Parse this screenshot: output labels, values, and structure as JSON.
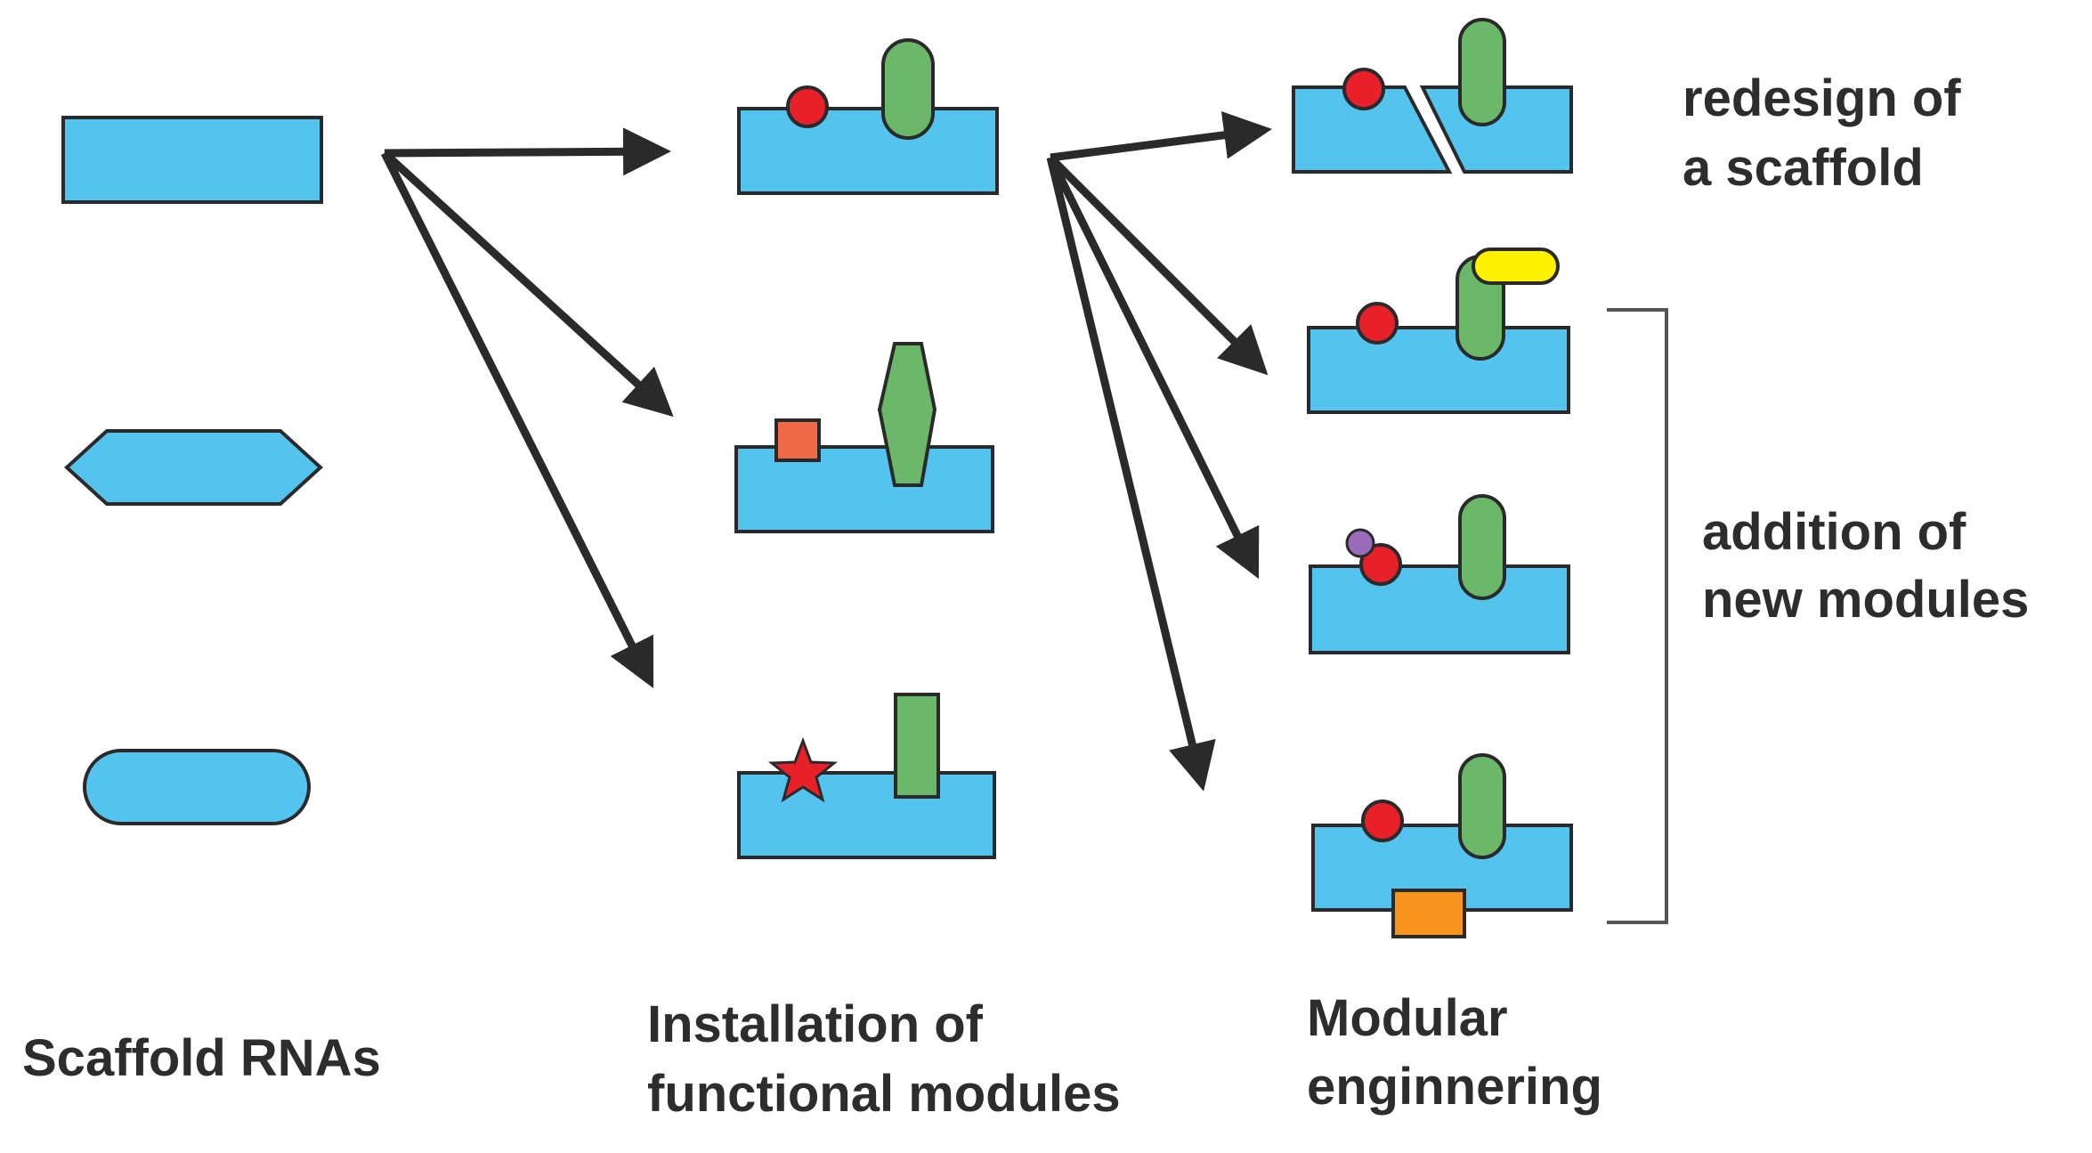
{
  "columns": {
    "scaffold": {
      "label": "Scaffold RNAs",
      "shapes": [
        "rectangle",
        "hexagon",
        "rounded-rectangle"
      ]
    },
    "installation": {
      "label_lines": [
        "Installation of",
        "functional modules"
      ],
      "items": [
        {
          "modules": [
            "red-circle",
            "green-rounded-bar"
          ]
        },
        {
          "modules": [
            "orange-square",
            "green-hexagon-bar"
          ]
        },
        {
          "modules": [
            "red-star",
            "green-rectangle-bar"
          ]
        }
      ]
    },
    "modular": {
      "label_lines": [
        "Modular",
        "enginnering"
      ],
      "items": [
        {
          "modules": [
            "red-circle",
            "green-rounded-bar",
            "split-scaffold"
          ]
        },
        {
          "modules": [
            "red-circle",
            "green-rounded-bar",
            "yellow-pill"
          ]
        },
        {
          "modules": [
            "purple-dot",
            "red-circle",
            "green-rounded-bar"
          ]
        },
        {
          "modules": [
            "red-circle",
            "green-rounded-bar",
            "orange-bottom-block"
          ]
        }
      ]
    }
  },
  "annotations": {
    "redesign_lines": [
      "redesign of",
      "a scaffold"
    ],
    "addition_lines": [
      "addition of",
      "new modules"
    ]
  },
  "colors": {
    "scaffold": "#54c4ee",
    "green_module": "#6bb86a",
    "red_module": "#e8202a",
    "orange_square": "#f06a4a",
    "yellow_module": "#fff200",
    "purple_module": "#9a6bb8",
    "orange_block": "#f7941d",
    "arrow": "#2a2a2a",
    "outline": "#2a2a2a",
    "text": "#2d2d2d"
  }
}
